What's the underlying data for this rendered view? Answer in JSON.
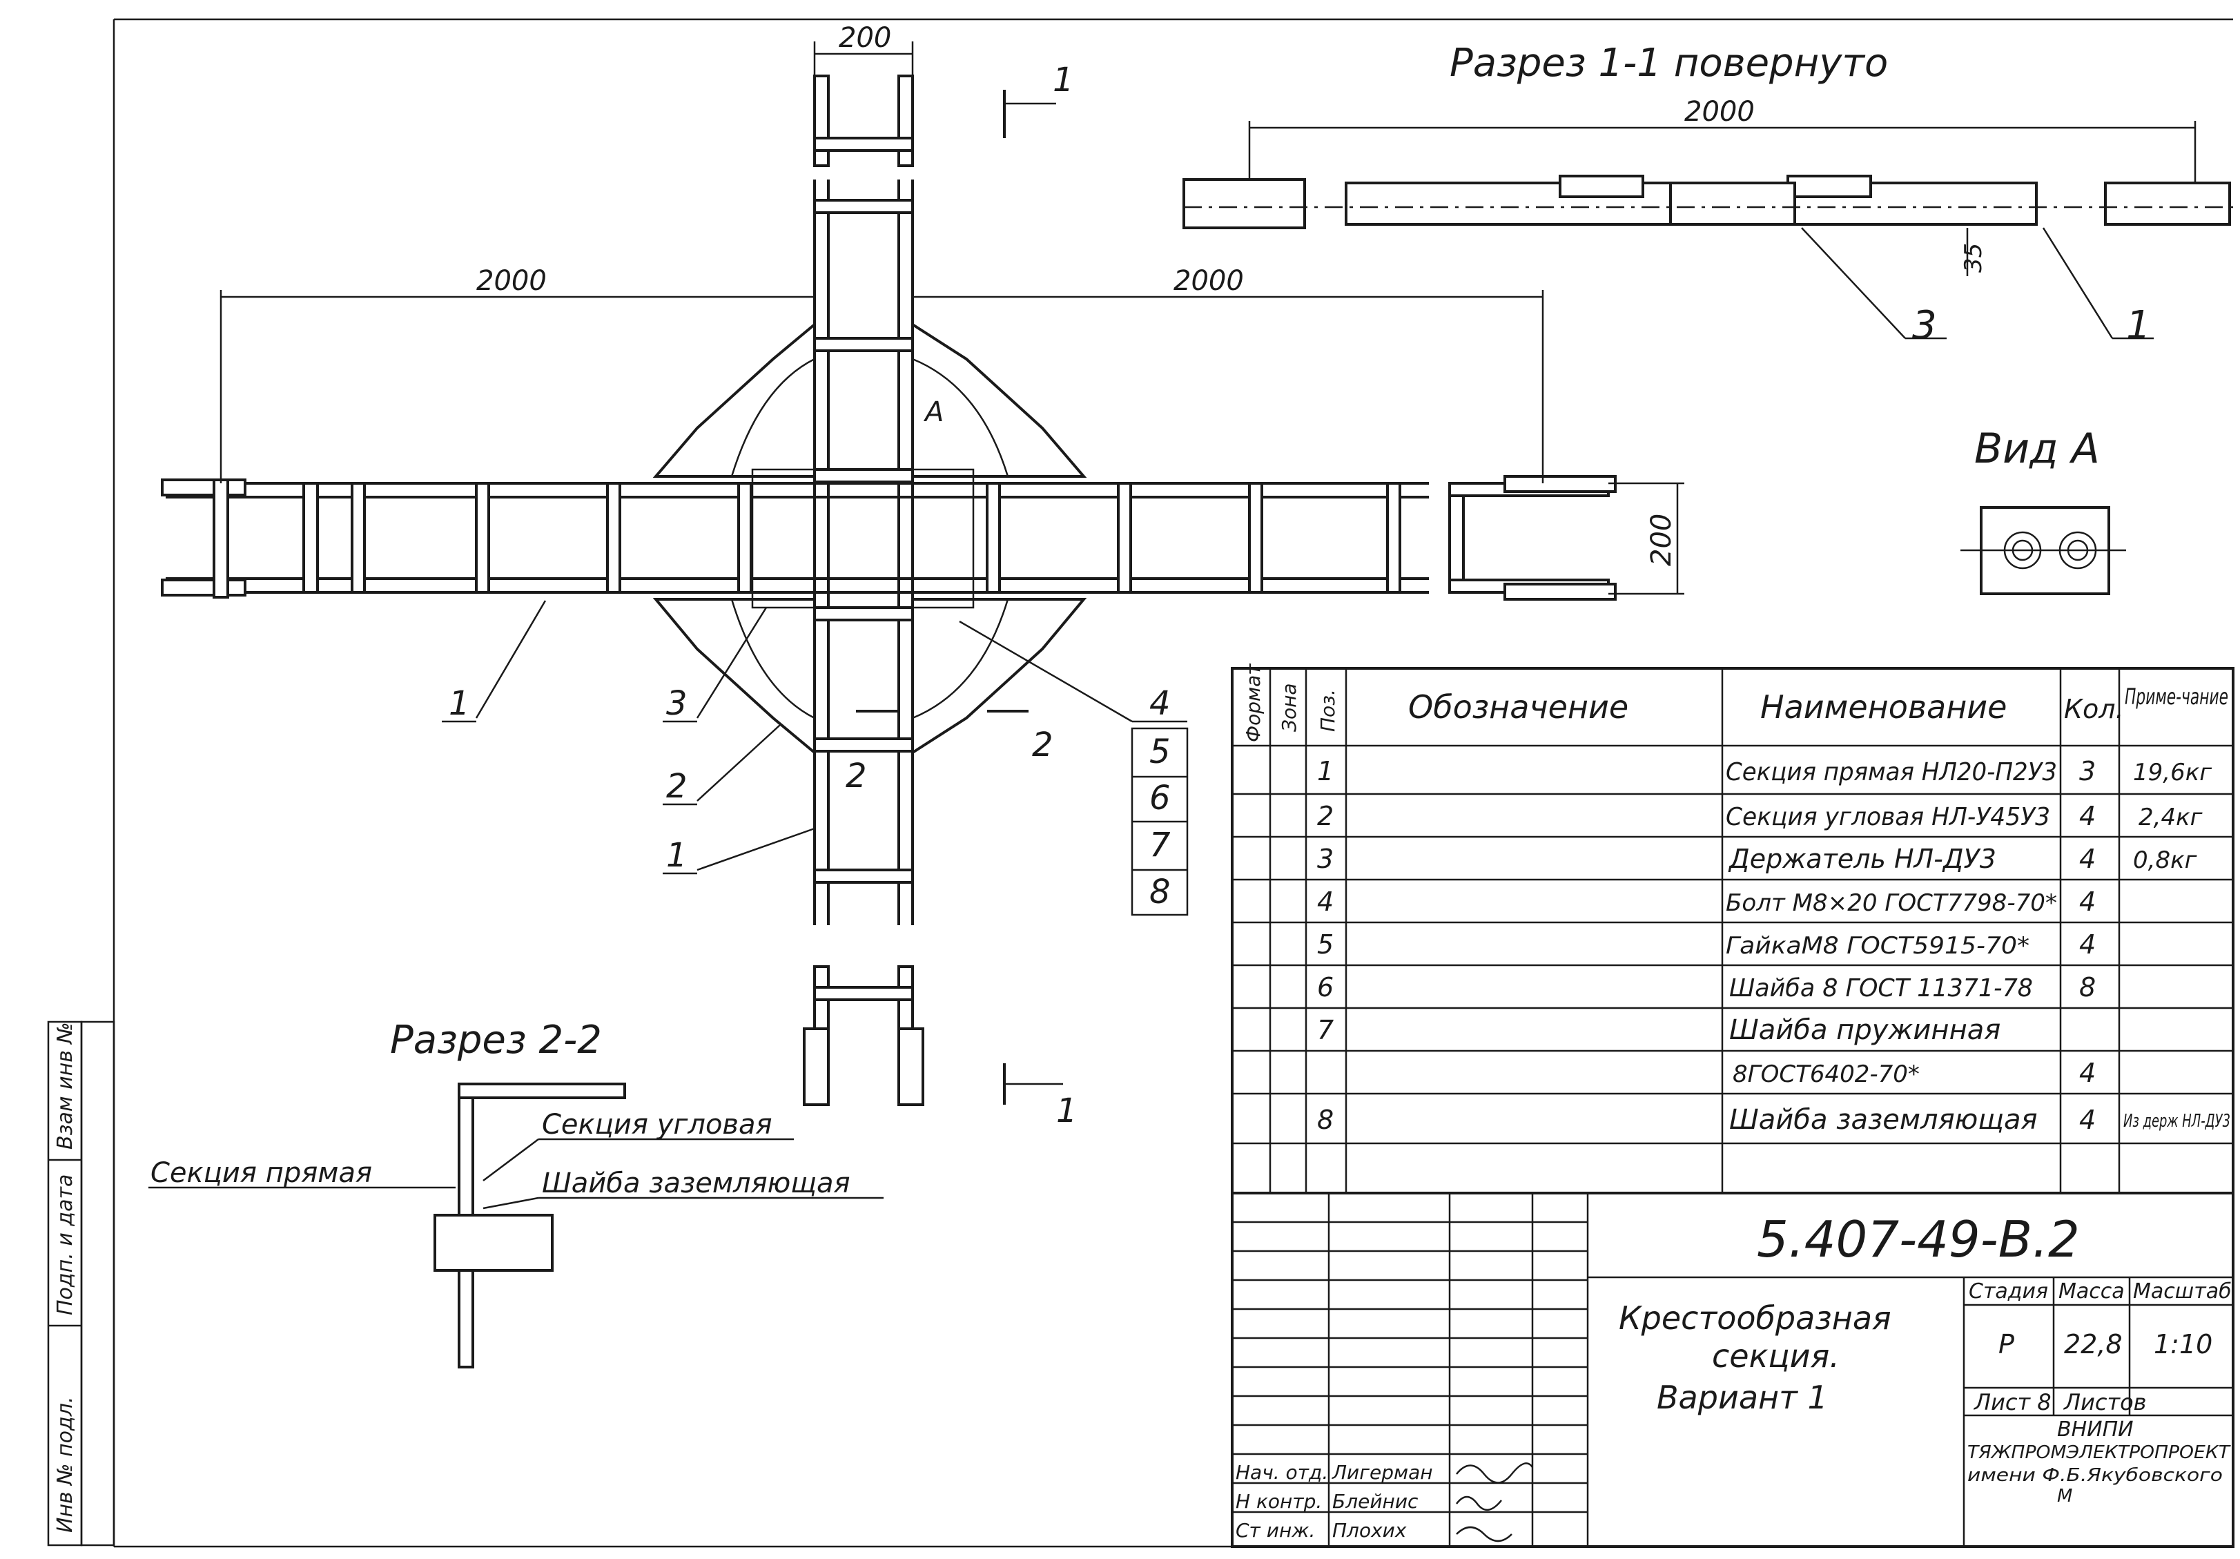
{
  "drawing": {
    "section_1_1_title": "Разрез 1-1 повернуто",
    "section_2_2_title": "Разрез 2-2",
    "view_a_title": "Вид А",
    "view_a_marker": "А",
    "cut_1_label": "1",
    "cut_2_label": "2",
    "dim_200": "200",
    "dim_2000": "2000",
    "dim_35": "35",
    "callouts": [
      "1",
      "2",
      "3",
      "4",
      "5",
      "6",
      "7",
      "8"
    ],
    "section_2_2_labels": {
      "straight": "Секция прямая",
      "angled": "Секция угловая",
      "washer": "Шайба заземляющая"
    }
  },
  "spec_table": {
    "headers": {
      "format": "Формат",
      "zone": "Зона",
      "pos": "Поз.",
      "designation": "Обозначение",
      "name": "Наименование",
      "qty": "Кол.",
      "note": "Приме-чание"
    },
    "rows": [
      {
        "pos": "1",
        "name": "Секция прямая НЛ20-П2У3",
        "qty": "3",
        "note": "19,6кг"
      },
      {
        "pos": "2",
        "name": "Секция угловая НЛ-У45У3",
        "qty": "4",
        "note": "2,4кг"
      },
      {
        "pos": "3",
        "name": "Держатель НЛ-ДУ3",
        "qty": "4",
        "note": "0,8кг"
      },
      {
        "pos": "4",
        "name": "Болт М8×20 ГОСТ7798-70*",
        "qty": "4",
        "note": ""
      },
      {
        "pos": "5",
        "name": "ГайкаМ8 ГОСТ5915-70*",
        "qty": "4",
        "note": ""
      },
      {
        "pos": "6",
        "name": "Шайба 8 ГОСТ 11371-78",
        "qty": "8",
        "note": ""
      },
      {
        "pos": "7",
        "name": "Шайба пружинная",
        "qty": "",
        "note": ""
      },
      {
        "pos": "",
        "name": "8ГОСТ6402-70*",
        "qty": "4",
        "note": ""
      },
      {
        "pos": "8",
        "name": "Шайба заземляющая",
        "qty": "4",
        "note": "Из держ НЛ-ДУ3"
      }
    ]
  },
  "title_block": {
    "doc_number": "5.407-49-В.2",
    "title_line1": "Крестообразная",
    "title_line2": "секция.",
    "title_line3": "Вариант 1",
    "stage_label": "Стадия",
    "mass_label": "Масса",
    "scale_label": "Масштаб",
    "stage": "Р",
    "mass": "22,8",
    "scale": "1:10",
    "sheet_label": "Лист 8",
    "sheets_label": "Листов",
    "org_line1": "ВНИПИ",
    "org_line2": "ТЯЖПРОМЭЛЕКТРОПРОЕКТ",
    "org_line3": "имени Ф.Б.Якубовского",
    "org_line4": "М",
    "signatures": [
      {
        "role": "Нач. отд.",
        "name": "Лигерман"
      },
      {
        "role": "Н контр.",
        "name": "Блейнис"
      },
      {
        "role": "Ст инж.",
        "name": "Плохих"
      }
    ]
  },
  "side_stamp": [
    "Инв № подл.",
    "Подп. и дата",
    "Взам инв №"
  ]
}
